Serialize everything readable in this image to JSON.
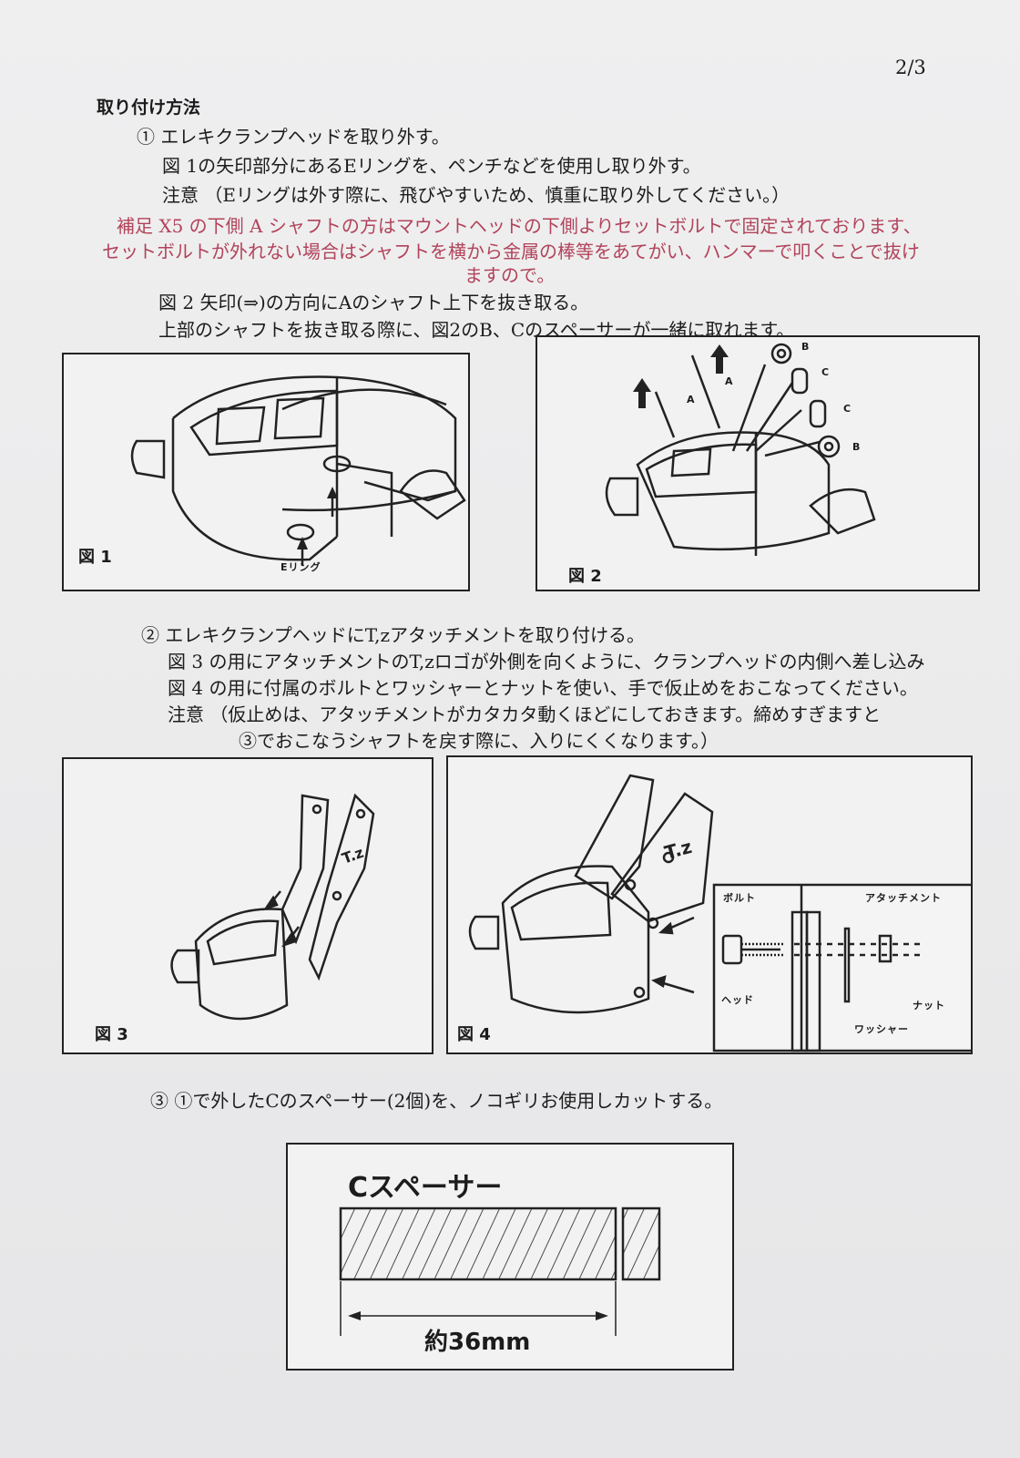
{
  "page_number": "2/3",
  "title": "取り付け方法",
  "step1": {
    "heading": "① エレキクランプヘッドを取り外す。",
    "line1": "図 1の矢印部分にあるEリングを、ペンチなどを使用し取り外す。",
    "caution": "注意 （Eリングは外す際に、飛びやすいため、慎重に取り外してください。）",
    "supplement_1": "補足 X5 の下側 A シャフトの方はマウントヘッドの下側よりセットボルトで固定されております、",
    "supplement_2": "セットボルトが外れない場合はシャフトを横から金属の棒等をあてがい、ハンマーで叩くことで抜け",
    "supplement_3": "ますので。",
    "fig2_line": "図 2 矢印(⇒)の方向にAのシャフト上下を抜き取る。",
    "spacer_line": "上部のシャフトを抜き取る際に、図2のB、Cのスペーサーが一緒に取れます。"
  },
  "step2": {
    "heading": "② エレキクランプヘッドにT,zアタッチメントを取り付ける。",
    "line1": "図 3 の用にアタッチメントのT,zロゴが外側を向くように、クランプヘッドの内側へ差し込み",
    "line2": "図 4 の用に付属のボルトとワッシャーとナットを使い、手で仮止めをおこなってください。",
    "caution": "注意 （仮止めは、アタッチメントがカタカタ動くほどにしておきます。締めすぎますと",
    "caution_2": "③でおこなうシャフトを戻す際に、入りにくくなります。）"
  },
  "step3": {
    "heading": "③ ①で外したCのスペーサー(2個)を、ノコギリお使用しカットする。"
  },
  "figures": {
    "fig1": {
      "label": "図 1",
      "callout": "Eリング"
    },
    "fig2": {
      "label": "図 2",
      "label_a": "A",
      "label_b": "B",
      "label_c": "C"
    },
    "fig3": {
      "label": "図 3"
    },
    "fig4": {
      "label": "図 4",
      "bolt": "ボルト",
      "attachment": "アタッチメント",
      "head": "ヘッド",
      "washer": "ワッシャー",
      "nut": "ナット"
    }
  },
  "spacer_diagram": {
    "title": "Cスペーサー",
    "length": "約36mm"
  }
}
